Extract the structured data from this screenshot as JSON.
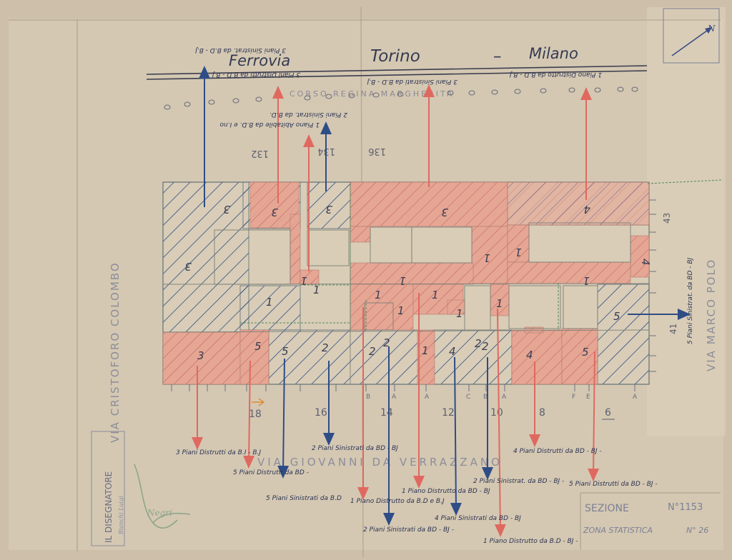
{
  "railway": {
    "words": [
      "Ferrovia",
      "Torino",
      "–",
      "Milano"
    ],
    "faint": "CORSO   REGINA   MARGHERITA"
  },
  "streets": {
    "left": "VIA  CRISTOFORO  COLOMBO",
    "bottom": "VIA   GIOVANNI   DA   VERRAZZANO",
    "right": "VIA  MARCO  POLO"
  },
  "north_label": "N",
  "top_numbers": [
    "132",
    "134",
    "136"
  ],
  "bottom_numbers": [
    "18",
    "16",
    "14",
    "12",
    "10",
    "8",
    "6"
  ],
  "right_numbers": [
    "43",
    "41"
  ],
  "block_numbers": [
    "3",
    "3",
    "3",
    "3",
    "3",
    "1",
    "1",
    "1",
    "1",
    "1",
    "1",
    "1",
    "1",
    "1",
    "1",
    "1",
    "1",
    "4",
    "3",
    "5",
    "5",
    "2",
    "2",
    "2",
    "1",
    "4",
    "2",
    "4",
    "5",
    "5",
    "2",
    "4"
  ],
  "letters": [
    "B",
    "A",
    "A",
    "C",
    "B",
    "A",
    "F",
    "E",
    "A"
  ],
  "damage_notes": {
    "n1": "3 Piani Sinistrat. da B.D - B.J",
    "n2": "3 Piani Distrutti da B.D - B.J",
    "n3": "2 Piani Sinistrat. da B.D.",
    "n4": "1 Piano Abitabile da B.D. e I.no",
    "n5": "3 Piani Sinistrati da B.D - B.J",
    "n6": "1 Piano Distrutto da B.D - B.J",
    "b1": "3 Piani Distrutti da B.I - B.J",
    "b2": "5 Piani Distrutti da BD -",
    "b3": "5 Piani Sinistrati da B.D",
    "b4": "2 Piani Sinistrati da BD - BJ",
    "b5": "1 Piano Distrutto da B.D e B.J",
    "b6": "2 Piani Sinistrati da BD - BJ -",
    "b7": "1 Piano Distrutto da BD - BJ",
    "b8": "4 Piani Sinistrati da BD - BJ",
    "b9": "2 Piani Sinistrat. da BD - BJ -",
    "b10": "1 Piano Distrutto da B.D - BJ -",
    "b11": "4 Piani Distrutti da BD - BJ -",
    "b12": "5 Piani Distrutti da BD - BJ -",
    "r1": "5 Piani Sinistrat. da BD - BJ"
  },
  "title_box": {
    "sezione_label": "SEZIONE",
    "sezione_value": "N°1153",
    "zona_label": "ZONA STATISTICA",
    "zona_value": "N° 26"
  },
  "designer": {
    "label": "IL DISEGNATORE",
    "signature": "Bianchi Luigi",
    "mark": "Negri"
  },
  "colors": {
    "paper": "#cdbfa9",
    "red": "#e0695f",
    "redfill": "#e39e8e",
    "blue": "#2e4d86",
    "ink": "#343a52"
  }
}
